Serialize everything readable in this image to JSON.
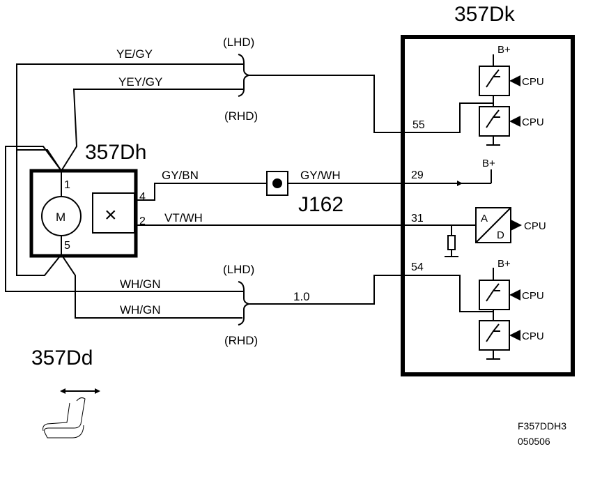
{
  "modules": {
    "control_unit": "357Dk",
    "motor_unit": "357Dh",
    "seat_diagram": "357Dd",
    "connector": "J162"
  },
  "variants": {
    "lhd_top": "(LHD)",
    "rhd_top": "(RHD)",
    "lhd_bottom": "(LHD)",
    "rhd_bottom": "(RHD)"
  },
  "wires": {
    "ye_gy": "YE/GY",
    "yey_gy": "YEY/GY",
    "gy_bn": "GY/BN",
    "gy_wh": "GY/WH",
    "vt_wh": "VT/WH",
    "wh_gn_upper": "WH/GN",
    "wh_gn_lower": "WH/GN",
    "size": "1.0"
  },
  "pins": {
    "p55": "55",
    "p29": "29",
    "p31": "31",
    "p54": "54",
    "m1": "1",
    "m4": "4",
    "m2": "2",
    "m5": "5"
  },
  "symbols": {
    "motor": "M",
    "sensor": "×",
    "adc_a": "A",
    "adc_d": "D",
    "cpu": "CPU",
    "bplus": "B+"
  },
  "footer": {
    "figure_id": "F357DDH3",
    "date": "050506"
  }
}
